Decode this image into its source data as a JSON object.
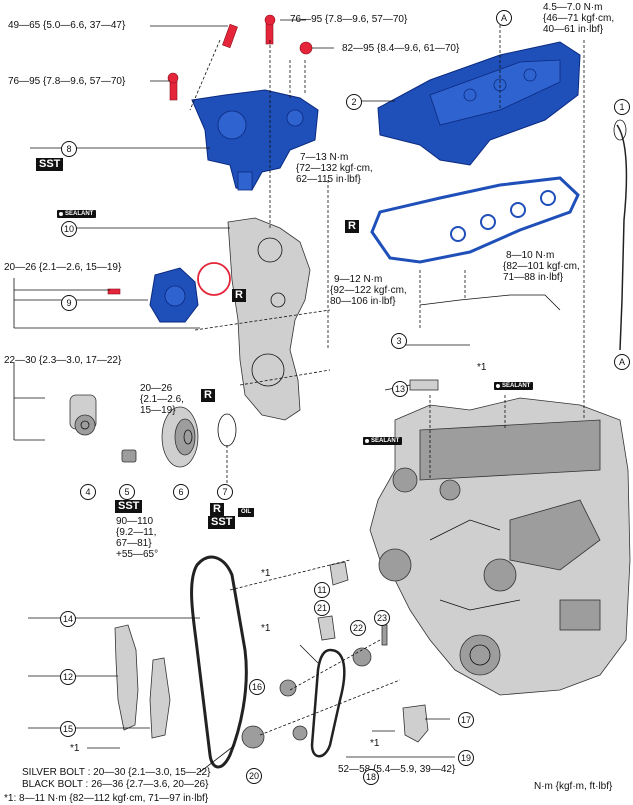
{
  "specs": {
    "bolt_8_top": "49—65 {5.0—6.6, 37—47}",
    "bolt_8_left": "76—95 {7.8—9.6, 57—70}",
    "bolt_top_center": "76—95 {7.8—9.6, 57—70}",
    "bolt_top_right": "82—95 {8.4—9.6, 61—70}",
    "dipstick_line1": "4.5—7.0 N·m",
    "dipstick_line2": "{46—71 kgf·cm,",
    "dipstick_line3": "40—61 in·lbf}",
    "cover_line1": "7—13 N·m",
    "cover_line2": "{72—132 kgf·cm,",
    "cover_line3": "62—115 in·lbf}",
    "pump_bolts": "20—26 {2.1—2.6, 15—19}",
    "tensioner_bolts": "22—30 {2.3—3.0, 17—22}",
    "cover_bolt_line1": "20—26",
    "cover_bolt_line2": "{2.1—2.6,",
    "cover_bolt_line3": "15—19}",
    "gasket_bolt1_line1": "8—10 N·m",
    "gasket_bolt1_line2": "{82—101 kgf·cm,",
    "gasket_bolt1_line3": "71—88 in·lbf}",
    "gasket_bolt2_line1": "9—12 N·m",
    "gasket_bolt2_line2": "{92—122 kgf·cm,",
    "gasket_bolt2_line3": "80—106 in·lbf}",
    "pulley_line1": "90—110",
    "pulley_line2": "{9.2—11,",
    "pulley_line3": "67—81}",
    "pulley_line4": "+55—65°",
    "sprocket_bolt": "52—58 {5.4—5.9, 39—42}",
    "silver_bolt": "SILVER BOLT : 20—30 {2.1—3.0, 15—22}",
    "black_bolt": "BLACK BOLT : 26—36 {2.7—3.6, 20—26}",
    "footnote": "*1: 8—11 N·m {82—112 kgf·cm, 71—97 in·lbf}",
    "units": "N·m {kgf·m, ft·lbf}"
  },
  "markers": {
    "sst": "SST",
    "r": "R",
    "sealant": "SEALANT",
    "oil": "OIL",
    "a": "A",
    "star1": "*1"
  },
  "parts": [
    "1",
    "2",
    "3",
    "4",
    "5",
    "6",
    "7",
    "8",
    "9",
    "10",
    "11",
    "12",
    "13",
    "14",
    "15",
    "16",
    "17",
    "18",
    "19",
    "20",
    "21",
    "22",
    "23"
  ],
  "colors": {
    "part_blue": "#1f4fb8",
    "bolt_red": "#e5253a",
    "engine_gray": "#cfcfcf"
  }
}
